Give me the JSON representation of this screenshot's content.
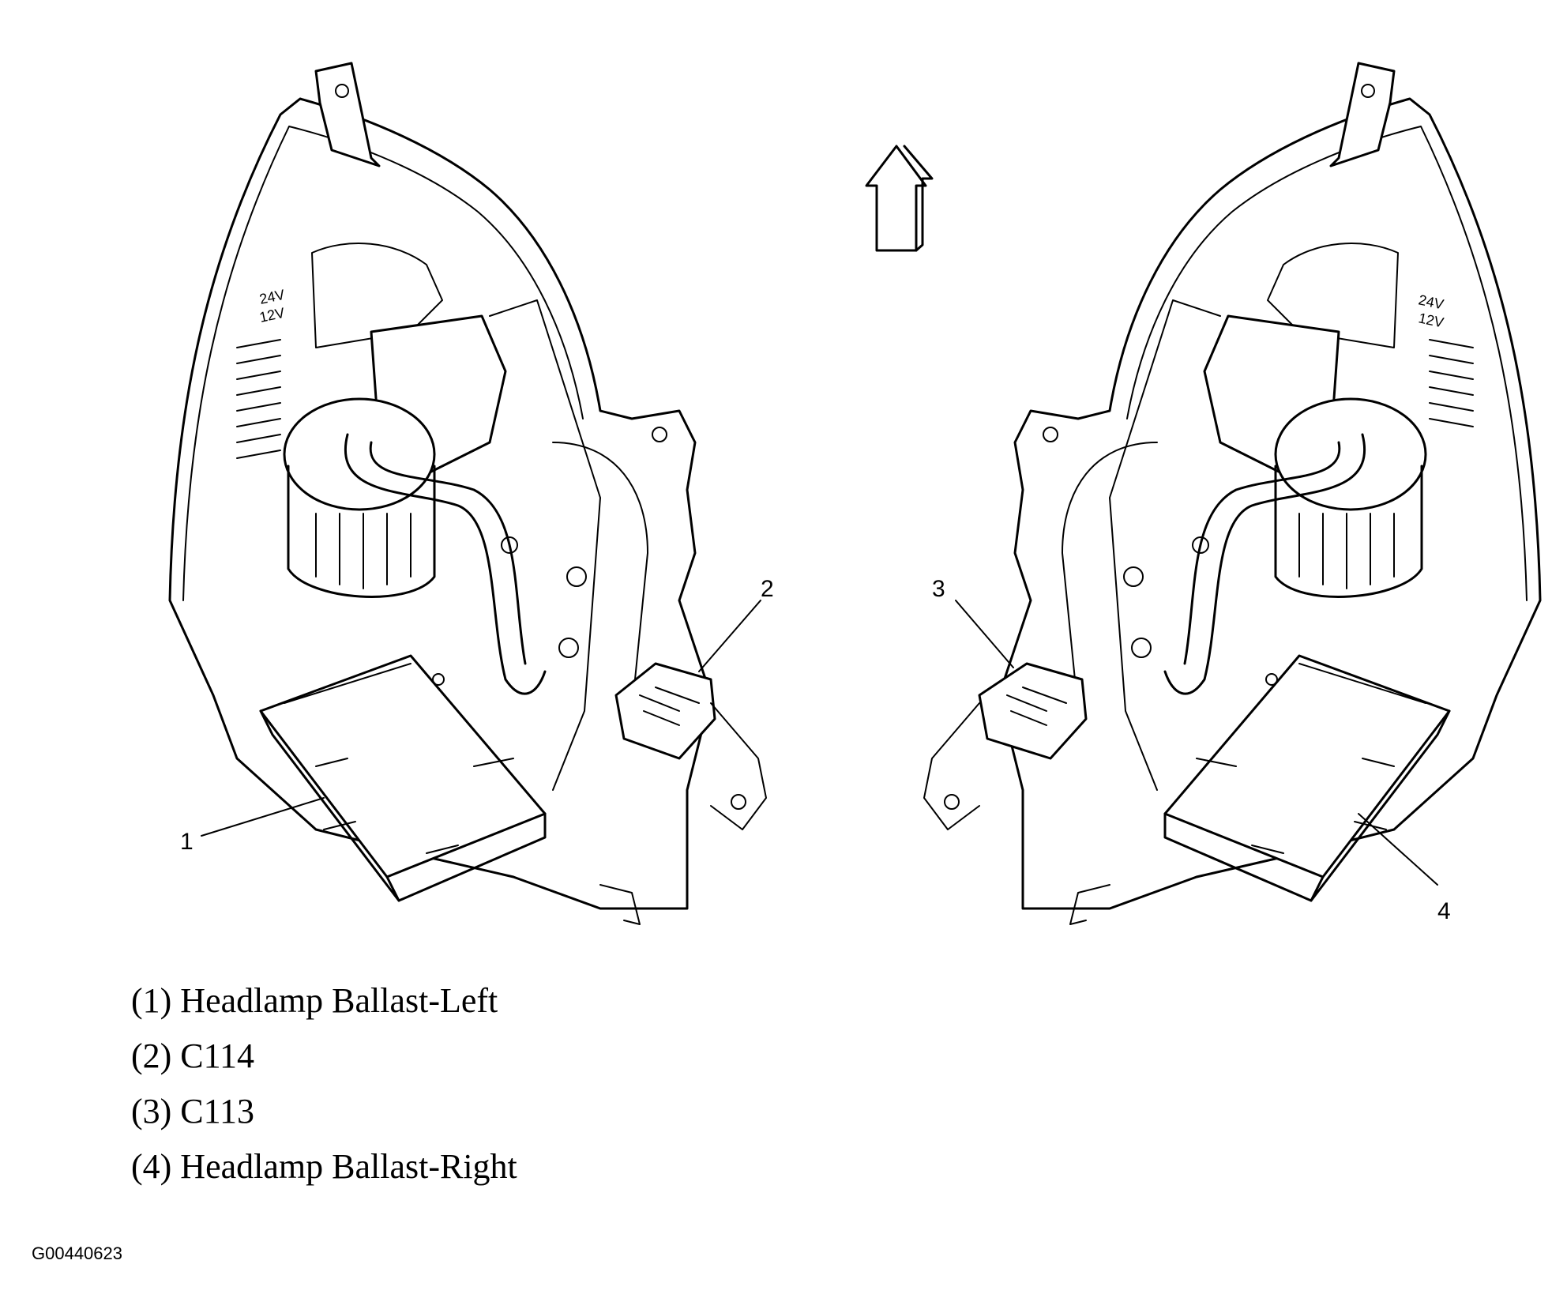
{
  "diagram": {
    "callouts": {
      "c1": "1",
      "c2": "2",
      "c3": "3",
      "c4": "4"
    },
    "lamp_label": {
      "voltage_24": "24V",
      "voltage_12": "12V"
    }
  },
  "legend": {
    "items": [
      "(1) Headlamp Ballast-Left",
      "(2) C114",
      "(3) C113",
      "(4) Headlamp Ballast-Right"
    ]
  },
  "figure_id": "G00440623"
}
